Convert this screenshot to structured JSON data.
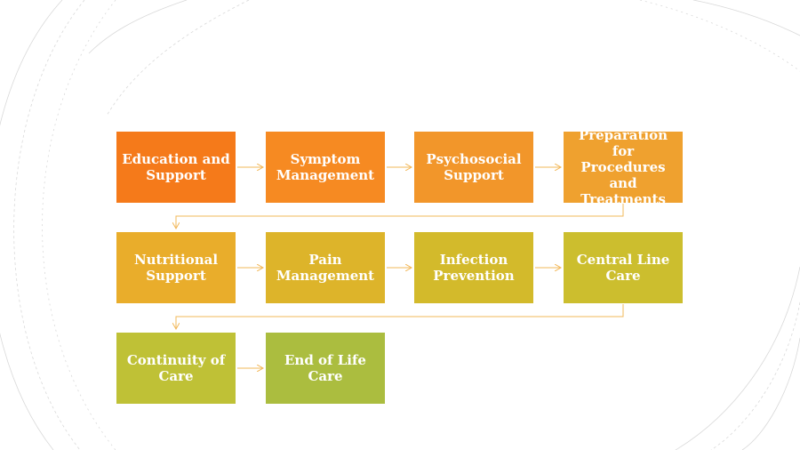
{
  "steps": [
    {
      "label": "Education and\nSupport",
      "color": "#F57A1A"
    },
    {
      "label": "Symptom\nManagement",
      "color": "#F68A22"
    },
    {
      "label": "Psychosocial\nSupport",
      "color": "#F2962A"
    },
    {
      "label": "Preparation for\nProcedures and\nTreatments",
      "color": "#EFA12F"
    },
    {
      "label": "Nutritional\nSupport",
      "color": "#E9AD2B"
    },
    {
      "label": "Pain\nManagement",
      "color": "#DDB42A"
    },
    {
      "label": "Infection\nPrevention",
      "color": "#D3BA2B"
    },
    {
      "label": "Central Line\nCare",
      "color": "#CCBE2E"
    },
    {
      "label": "Continuity of\nCare",
      "color": "#BFC136"
    },
    {
      "label": "End of Life\nCare",
      "color": "#ABBD3F"
    }
  ],
  "connector_color": "#F2B85A"
}
